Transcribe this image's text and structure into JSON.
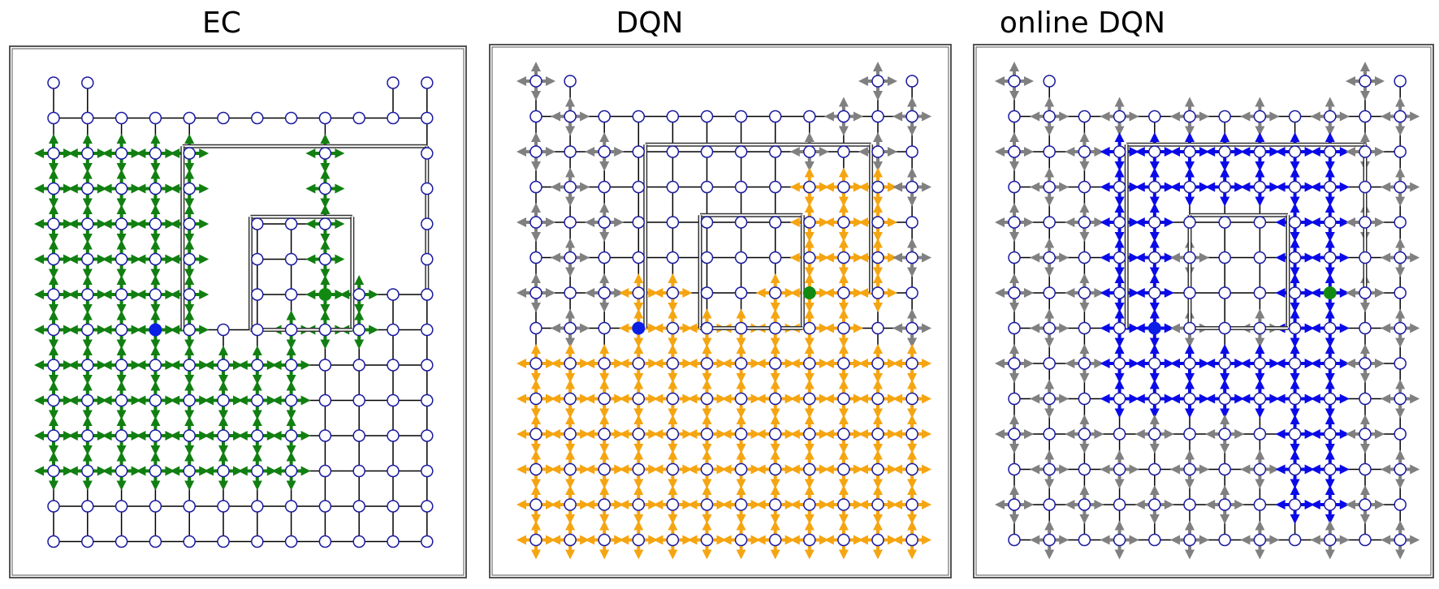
{
  "panels": [
    {
      "title": "EC",
      "grid": {
        "cols": 12,
        "rows": 14
      },
      "walls": [
        [
          3.8,
          1.8,
          11,
          1.8
        ],
        [
          3.8,
          1.8,
          3.8,
          7
        ],
        [
          11,
          1.8,
          11,
          6
        ],
        [
          5.8,
          3.8,
          8.8,
          3.8
        ],
        [
          5.8,
          3.8,
          5.8,
          7
        ],
        [
          8.8,
          3.8,
          8.8,
          7
        ],
        [
          5.8,
          7,
          8.8,
          7
        ]
      ],
      "inner_cells": [
        [
          6,
          4
        ],
        [
          7,
          4
        ],
        [
          6,
          5
        ],
        [
          7,
          5
        ],
        [
          6,
          6
        ],
        [
          7,
          6
        ]
      ],
      "arrow_color": "#117f11",
      "highlight_region": [
        [
          0,
          2
        ],
        [
          4,
          11
        ],
        [
          3,
          2
        ],
        [
          9,
          3
        ],
        [
          7,
          4
        ],
        [
          9,
          7
        ],
        [
          3,
          8
        ],
        [
          7,
          11
        ]
      ],
      "start": [
        3,
        7
      ],
      "goal": [
        8,
        6
      ]
    },
    {
      "title": "DQN",
      "grid": {
        "cols": 12,
        "rows": 14
      },
      "walls": [
        [
          3.2,
          1.8,
          9.8,
          1.8
        ],
        [
          3.2,
          1.8,
          3.2,
          7
        ],
        [
          9.8,
          1.8,
          9.8,
          6
        ],
        [
          4.8,
          3.8,
          7.8,
          3.8
        ],
        [
          4.8,
          3.8,
          4.8,
          7
        ],
        [
          7.8,
          3.8,
          7.8,
          7
        ],
        [
          4.8,
          7,
          7.8,
          7
        ]
      ],
      "inner_cells": [
        [
          5,
          4
        ],
        [
          6,
          4
        ],
        [
          5,
          5
        ],
        [
          6,
          5
        ],
        [
          5,
          6
        ],
        [
          6,
          6
        ]
      ],
      "arrow_color": "#f5a511",
      "highlight_region": [
        [
          0,
          8
        ],
        [
          11,
          13
        ],
        [
          3,
          6
        ],
        [
          9,
          8
        ],
        [
          8,
          3
        ],
        [
          10,
          6
        ]
      ],
      "start": [
        3,
        7
      ],
      "goal": [
        8,
        6
      ]
    },
    {
      "title": "online DQN",
      "grid": {
        "cols": 12,
        "rows": 14
      },
      "walls": [
        [
          3.2,
          1.8,
          10,
          1.8
        ],
        [
          3.2,
          1.8,
          3.2,
          7
        ],
        [
          10,
          1.8,
          10,
          6
        ],
        [
          5,
          3.8,
          7.8,
          3.8
        ],
        [
          5,
          3.8,
          5,
          7
        ],
        [
          7.8,
          3.8,
          7.8,
          7
        ],
        [
          5,
          7,
          7.8,
          7
        ]
      ],
      "inner_cells": [
        [
          6,
          4
        ],
        [
          7,
          4
        ],
        [
          6,
          5
        ],
        [
          7,
          5
        ],
        [
          6,
          6
        ],
        [
          7,
          6
        ]
      ],
      "arrow_color": "#0a0ae8",
      "highlight_region": [
        [
          3,
          2
        ],
        [
          9,
          3
        ],
        [
          3,
          4
        ],
        [
          4,
          9
        ],
        [
          8,
          4
        ],
        [
          9,
          12
        ],
        [
          4,
          8
        ],
        [
          8,
          9
        ]
      ],
      "start": [
        4,
        7
      ],
      "goal": [
        9,
        6
      ]
    }
  ],
  "colors": {
    "node_fill": "#ffffff",
    "node_stroke": "#1a1aa0",
    "edge": "#000000",
    "gray_arrow": "#808080",
    "start_dot": "#0a1ee6",
    "goal_dot": "#128a12",
    "frame": "#555555"
  }
}
